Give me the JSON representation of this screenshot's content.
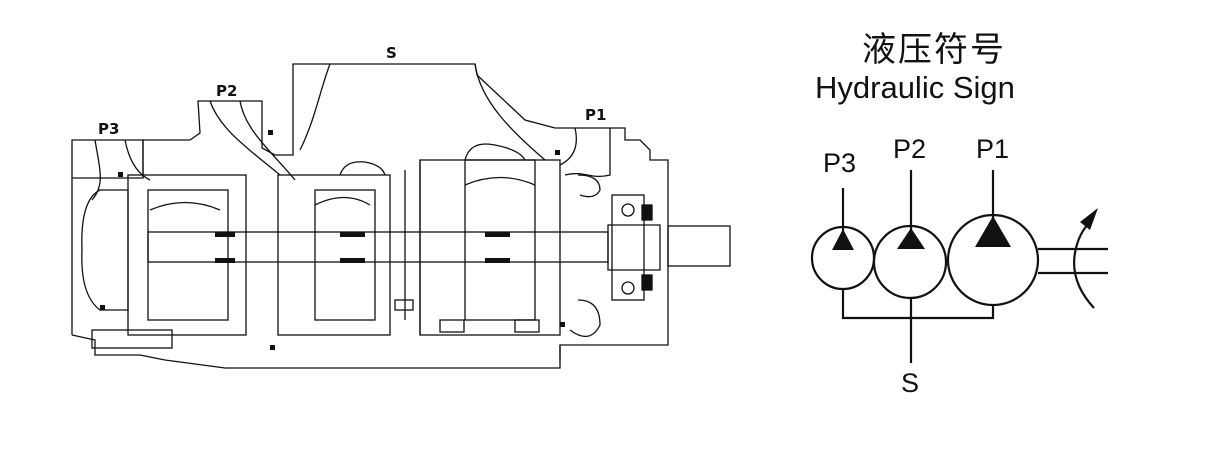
{
  "cross_section": {
    "labels": {
      "suction": "S",
      "port_p1": "P1",
      "port_p2": "P2",
      "port_p3": "P3"
    }
  },
  "symbol": {
    "title_cn": "液压符号",
    "title_en": "Hydraulic Sign",
    "labels": {
      "p1": "P1",
      "p2": "P2",
      "p3": "P3",
      "suction": "S"
    }
  },
  "colors": {
    "line": "#111111",
    "background": "#ffffff"
  }
}
